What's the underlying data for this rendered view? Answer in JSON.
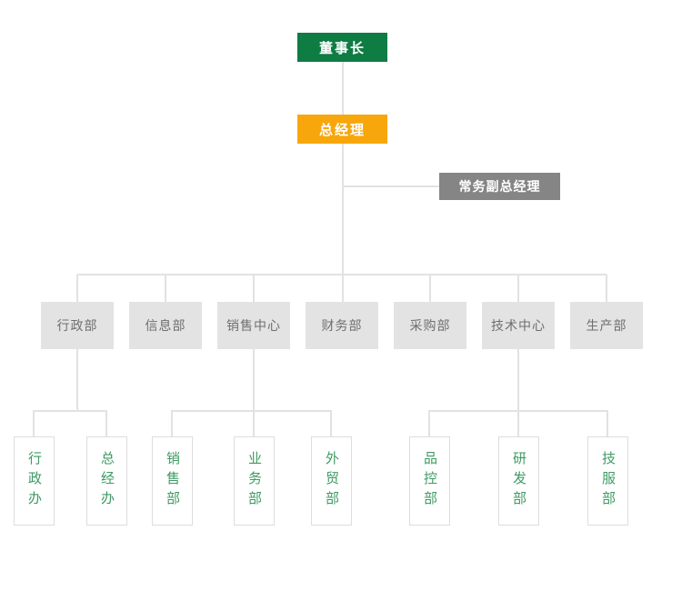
{
  "org_chart": {
    "top_levels": {
      "chairman": {
        "label": "董事长"
      },
      "general_manager": {
        "label": "总经理"
      },
      "deputy_general_manager": {
        "label": "常务副总经理"
      }
    },
    "departments": [
      {
        "label": "行政部"
      },
      {
        "label": "信息部"
      },
      {
        "label": "销售中心"
      },
      {
        "label": "财务部"
      },
      {
        "label": "采购部"
      },
      {
        "label": "技术中心"
      },
      {
        "label": "生产部"
      }
    ],
    "sub_departments": [
      {
        "label": "行政办",
        "parent": "行政部"
      },
      {
        "label": "总经办",
        "parent": "行政部"
      },
      {
        "label": "销售部",
        "parent": "销售中心"
      },
      {
        "label": "业务部",
        "parent": "销售中心"
      },
      {
        "label": "外贸部",
        "parent": "销售中心"
      },
      {
        "label": "品控部",
        "parent": "技术中心"
      },
      {
        "label": "研发部",
        "parent": "技术中心"
      },
      {
        "label": "技服部",
        "parent": "技术中心"
      }
    ],
    "colors": {
      "chairman_bg": "#0F7C43",
      "general_manager_bg": "#F7A70B",
      "deputy_bg": "#858585",
      "department_bg": "#E3E3E3",
      "department_text": "#6F6F6F",
      "sub_department_text": "#3E9A63",
      "sub_border": "#DDDDDD",
      "connector": "#E2E2E2"
    }
  }
}
